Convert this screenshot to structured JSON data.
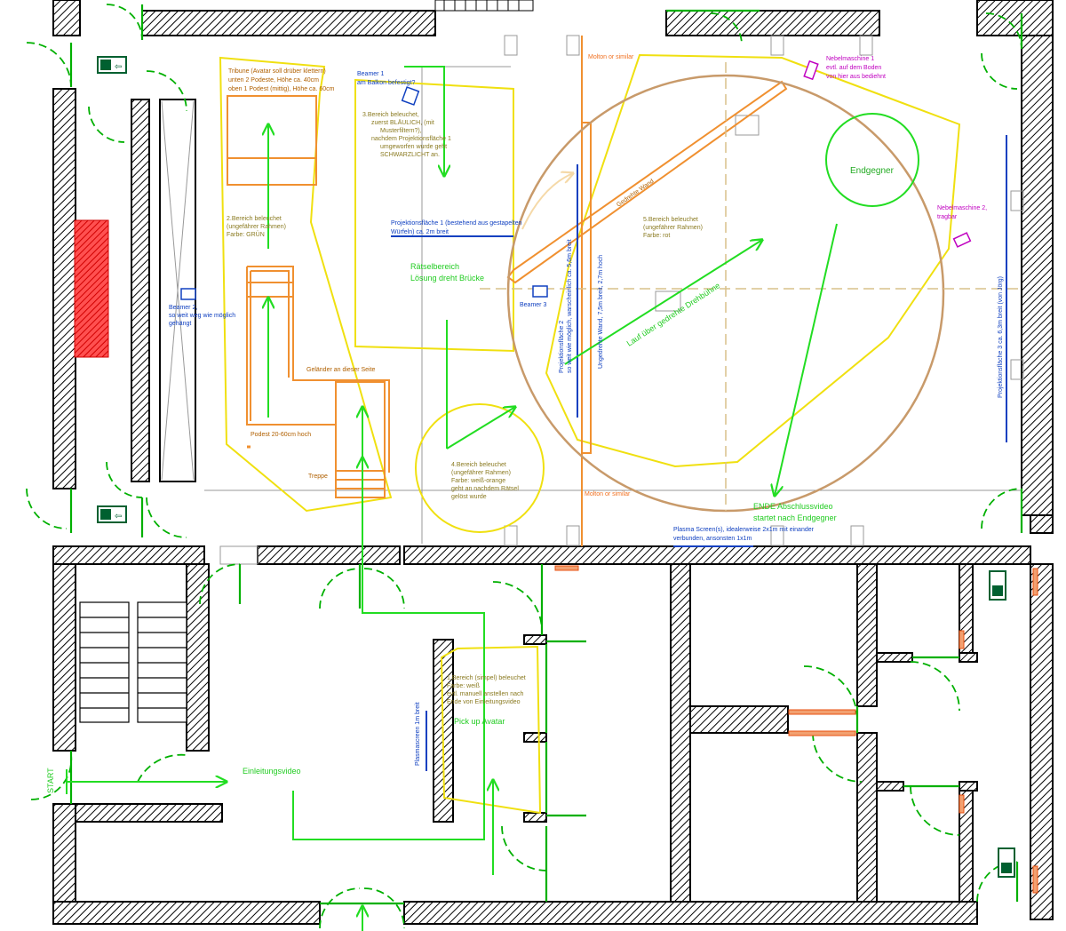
{
  "colors": {
    "wall": "#000000",
    "door": "#00b000",
    "path": "#22dd22",
    "lighting_zone": "#f0e010",
    "stage": "#f09030",
    "projection": "#1040c0",
    "fog": "#c000c0",
    "turntable": "#c89a6a",
    "wall_marker": "#e85010",
    "exit_sign": "#006030"
  },
  "labels": {
    "tribune": [
      "Tribune (Avatar soll drüber klettern)",
      "unten 2 Podeste, Höhe ca. 40cm",
      "oben 1 Podest (mittig), Höhe ca. 60cm"
    ],
    "beamer1": [
      "Beamer 1",
      "am Balkon befestigt?"
    ],
    "bereich3": [
      "3.Bereich beleuchet,",
      "zuerst BLÄULICH, (mit",
      "Musterfiltern?),",
      "nachdem Projektionsfläche 1",
      "umgeworfen wurde geht",
      "SCHWARZLICHT an."
    ],
    "molton_top": "Molton or similar",
    "molton_bottom": "Molton or similar",
    "nebel1": [
      "Nebelmaschine 1",
      "evtl. auf dem Boden",
      "von hier aus bediehnt"
    ],
    "endgegner": "Endgegner",
    "nebel2": [
      "Nebelmaschine 2,",
      "tragbar"
    ],
    "projektion1": [
      "Projektionsfläche 1 (bestehend aus gestapelten",
      "Würfeln) ca. 2m breit"
    ],
    "bereich2": [
      "2.Bereich beleuchet",
      "(ungefährer Rahmen)",
      "Farbe: GRÜN"
    ],
    "raetsel": [
      "Rätselbereich",
      "Lösung dreht Brücke"
    ],
    "beamer3": "Beamer 3",
    "bereich5": [
      "5.Bereich beleuchet",
      "(ungefährer Rahmen)",
      "Farbe: rot"
    ],
    "gedrehte_wand": "Gedrehte Wand",
    "beamer2": [
      "Beamer 2,",
      "so weit weg wie möglich",
      "gehängt"
    ],
    "gelaender": "Geländer an dieser Seite",
    "podest": "Podest 20-60cm hoch",
    "treppe": "Treppe",
    "bereich4": [
      "4.Bereich beleuchet",
      "(ungefährer Rahmen)",
      "Farbe: weiß-orange",
      "geht an nachdem Rätsel",
      "gelöst wurde"
    ],
    "projektion2": [
      "Projektionsfläche 2",
      "so weit wie möglich, warscheinlich ca. 5,6m breit"
    ],
    "ungedrehte_wand": "Ungedrehte Wand, 7,5m breit, 2,7m hoch",
    "lauf": "Lauf über gedrehte Drehbühne",
    "ende": [
      "ENDE Abschlussvideo",
      "startet nach Endgegner"
    ],
    "projektion3": "Projektionsfläche 3 ca. 6,3m breit (von Jörg)",
    "plasma": [
      "Plasma Screen(s), idealerweise 2x1m mit einander",
      "verbunden, ansonsten 1x1m"
    ],
    "bereich1": [
      "1.Bereich (simpel) beleuchet",
      "Farbe: weiß",
      "evtl. manuell anstellen nach",
      "Ende von Einleitungsvideo"
    ],
    "pickup": "Pick up Avatar",
    "plasmascreen": "Plasmascreen 1m breit",
    "einleitung": "Einleitungsvideo",
    "start": "START"
  }
}
